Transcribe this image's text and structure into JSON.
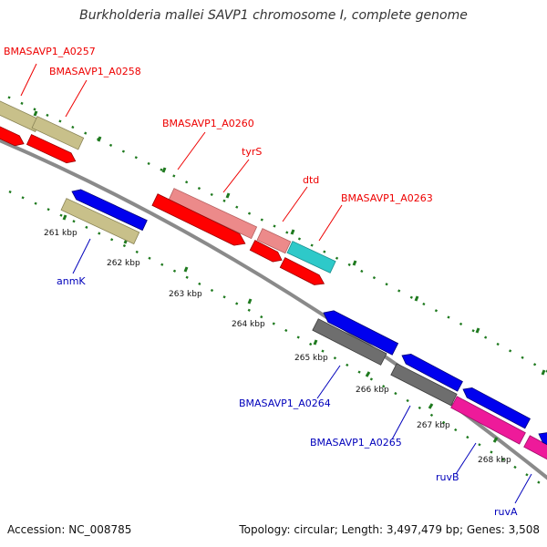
{
  "title": "Burkholderia mallei SAVP1 chromosome I, complete genome",
  "footer": {
    "accession": "Accession: NC_008785",
    "summary": "Topology: circular; Length: 3,497,479 bp; Genes: 3,508"
  },
  "colors": {
    "backbone": "#8a8a8a",
    "tick": "#1f7a1f",
    "cds_forward": "#ff0000",
    "cds_reverse": "#0000ee",
    "gene_olive": "#c8c08a",
    "gene_salmon": "#ec8a8a",
    "gene_cyan": "#2ec9c9",
    "gene_gray": "#6e6e6e",
    "gene_pink": "#ee1a9a",
    "label_forward": "#ee0000",
    "label_reverse": "#0000bb"
  },
  "scale_labels": [
    "261 kbp",
    "262 kbp",
    "263 kbp",
    "264 kbp",
    "265 kbp",
    "266 kbp",
    "267 kbp",
    "268 kbp"
  ],
  "gene_labels_forward": [
    "BMASAVP1_A0257",
    "BMASAVP1_A0258",
    "BMASAVP1_A0260",
    "tyrS",
    "dtd",
    "BMASAVP1_A0263"
  ],
  "gene_labels_reverse": [
    "anmK",
    "BMASAVP1_A0264",
    "BMASAVP1_A0265",
    "ruvB",
    "ruvA"
  ]
}
